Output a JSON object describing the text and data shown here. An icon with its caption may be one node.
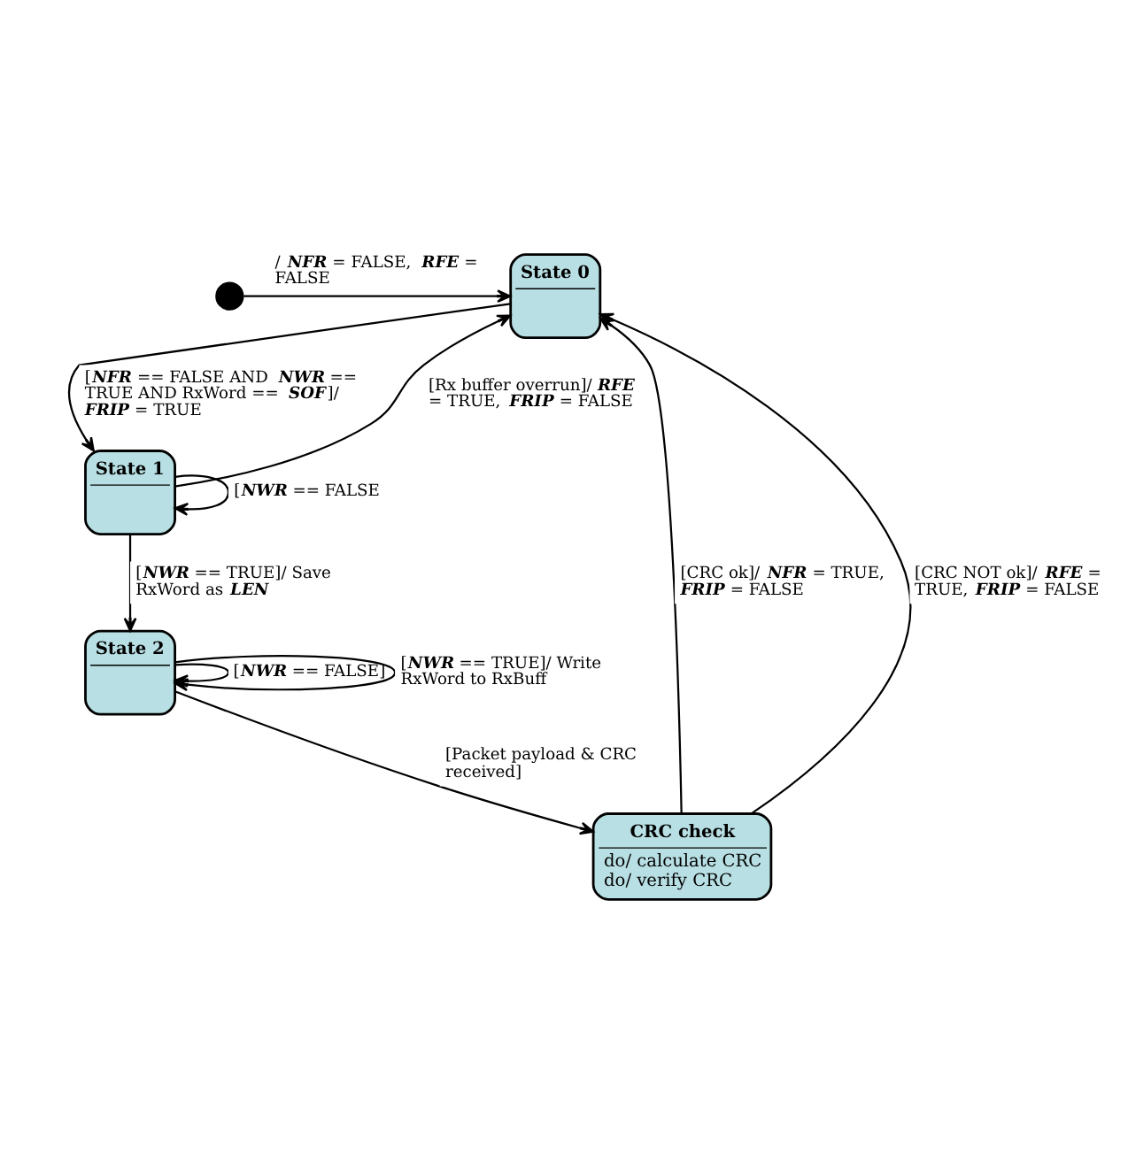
{
  "diagram": {
    "nodes": [
      {
        "text": [
          "State 0"
        ]
      },
      {
        "text": [],
        "shape": "circle"
      },
      {
        "text": [
          "State 1"
        ]
      },
      {
        "text": [
          "State 2"
        ]
      },
      {
        "text": [
          "CRC check",
          "do/ calculate CRC",
          "do/ verify CRC"
        ]
      }
    ],
    "edges": [
      {
        "from": 1,
        "to": 0,
        "arrow": "to",
        "label": "/ **NFR** = FALSE, **RFE** = FALSE"
      },
      {
        "from": 0,
        "to": 2,
        "arrow": "to",
        "label": "[**NFR** == FALSE AND **NWR** == TRUE AND RxWord == **SOF**]/ **FRIP** = TRUE"
      },
      {
        "from": 2,
        "to": 2,
        "arrow": "to",
        "label": "[**NWR** == FALSE"
      },
      {
        "from": 2,
        "to": 0,
        "arrow": "to",
        "label": "[Rx buffer overrun]/ **RFE** = TRUE, **FRIP** = FALSE"
      },
      {
        "from": 2,
        "to": 3,
        "arrow": "to",
        "label": "[**NWR** == TRUE]/ Save RxWord as **LEN**"
      },
      {
        "from": 3,
        "to": 3,
        "arrow": "to",
        "label": "[**NWR** == FALSE]"
      },
      {
        "from": 3,
        "to": 3,
        "arrow": "to",
        "label": "[**NWR** == TRUE]/ Write RxWord to RxBuff"
      },
      {
        "from": 3,
        "to": 4,
        "arrow": "to",
        "label": "[Packet payload & CRC received]"
      },
      {
        "from": 4,
        "to": 0,
        "arrow": "to",
        "label": "[CRC ok]/ **NFR** = TRUE, **FRIP** = FALSE"
      },
      {
        "from": 4,
        "to": 0,
        "arrow": "to",
        "label": "[CRC NOT ok]/ **RFE** = TRUE, **FRIP** = FALSE"
      }
    ]
  }
}
